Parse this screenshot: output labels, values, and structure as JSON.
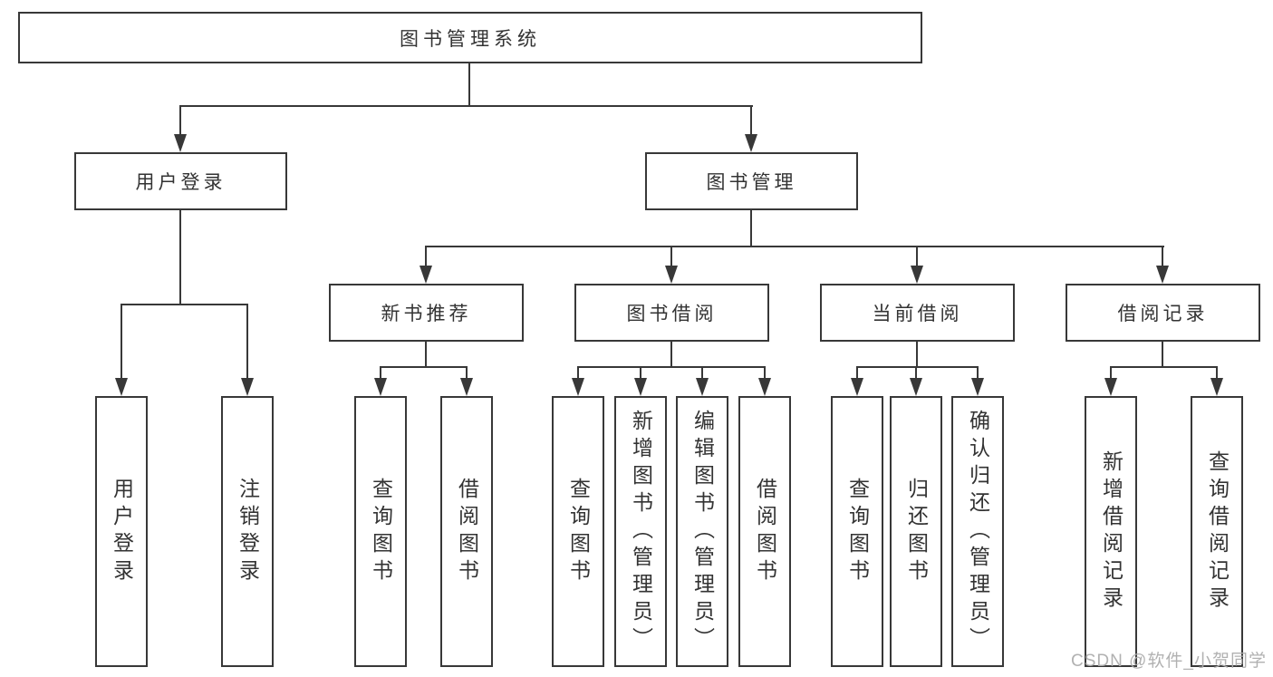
{
  "root": {
    "label": "图书管理系统"
  },
  "branches": [
    {
      "label": "用户登录",
      "children": [
        "用户登录",
        "注销登录"
      ]
    },
    {
      "label": "图书管理",
      "modules": [
        {
          "label": "新书推荐",
          "children": [
            "查询图书",
            "借阅图书"
          ]
        },
        {
          "label": "图书借阅",
          "children": [
            "查询图书",
            "新增图书（管理员）",
            "编辑图书（管理员）",
            "借阅图书"
          ]
        },
        {
          "label": "当前借阅",
          "children": [
            "查询图书",
            "归还图书",
            "确认归还（管理员）"
          ]
        },
        {
          "label": "借阅记录",
          "children": [
            "新增借阅记录",
            "查询借阅记录"
          ]
        }
      ]
    }
  ],
  "watermark": "CSDN @软件_小贺同学",
  "colors": {
    "line": "#383838",
    "text": "#333333",
    "background": "#ffffff",
    "watermark": "#adadad"
  }
}
